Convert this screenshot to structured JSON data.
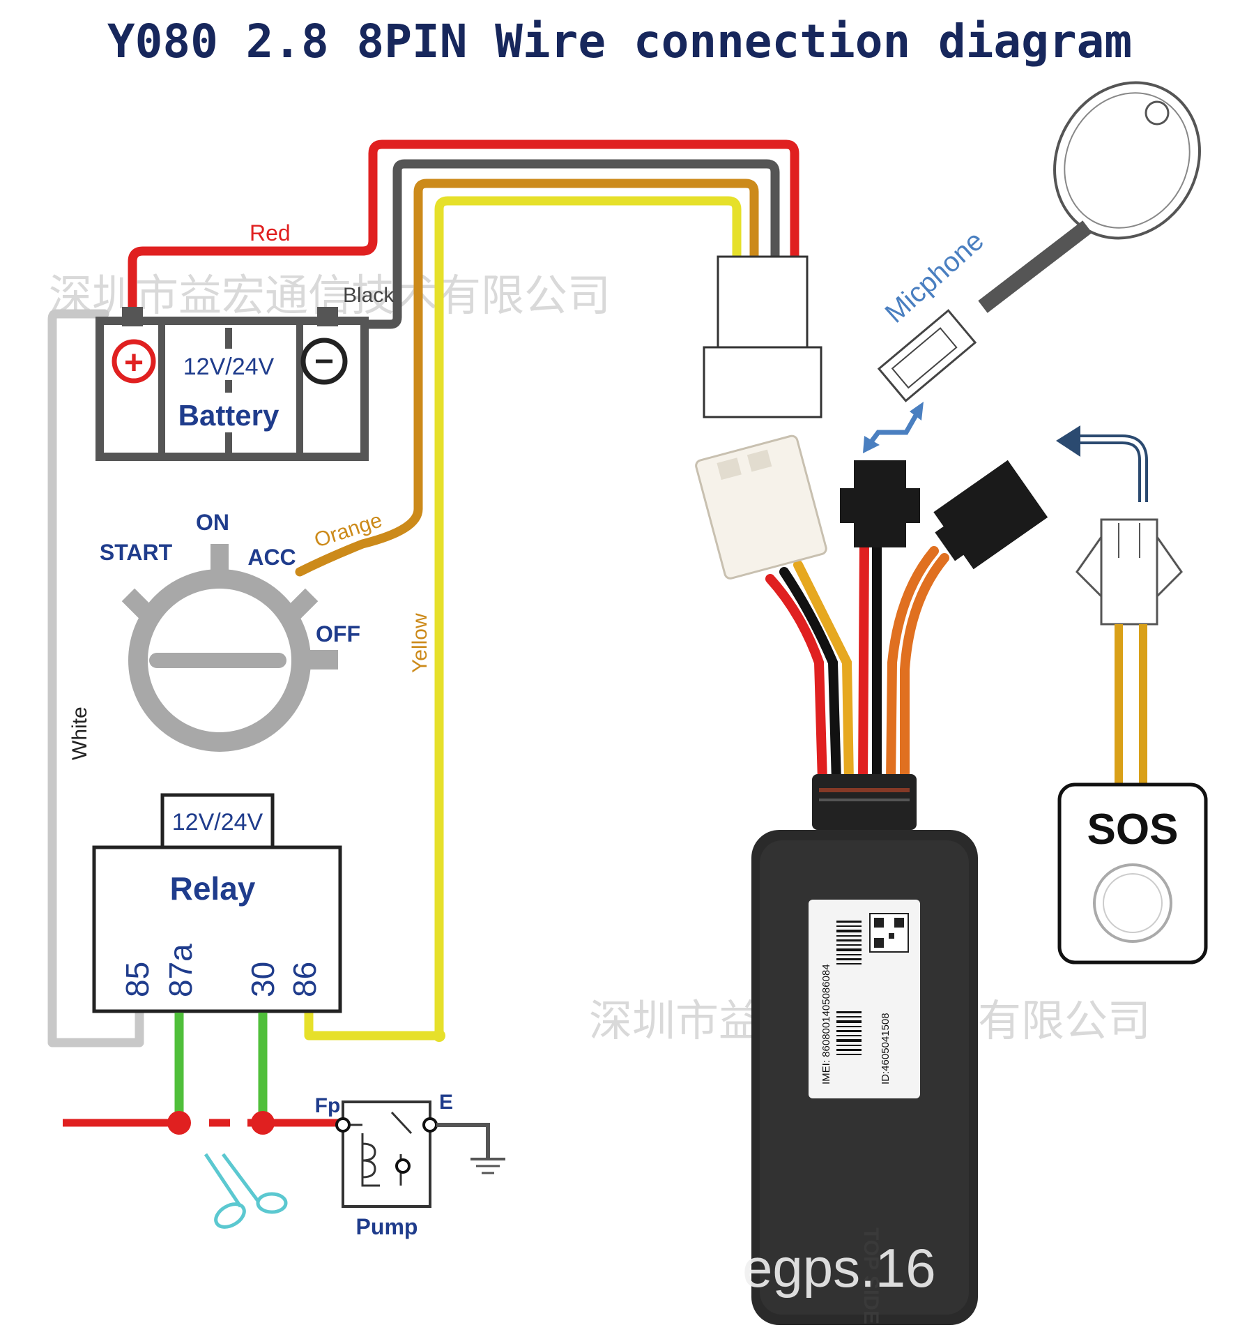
{
  "title": "Y080 2.8 8PIN Wire connection diagram",
  "wires": {
    "red": "Red",
    "black": "Black",
    "orange": "Orange",
    "yellow": "Yellow",
    "white": "White"
  },
  "battery": {
    "voltage": "12V/24V",
    "name": "Battery",
    "plus": "+",
    "minus": "−"
  },
  "ignition": {
    "start": "START",
    "on": "ON",
    "acc": "ACC",
    "off": "OFF"
  },
  "relay": {
    "voltage": "12V/24V",
    "name": "Relay",
    "pins": {
      "p85": "85",
      "p87a": "87a",
      "p30": "30",
      "p86": "86"
    }
  },
  "pump": {
    "name": "Pump",
    "fp": "Fp",
    "e": "E"
  },
  "microphone": "Micphone",
  "sos": "SOS",
  "device": {
    "imei": "IMEI: 8608001405086084",
    "id": "ID:4605041508",
    "side": "TOP SIDE"
  },
  "watermarks": {
    "company": "深圳市益宏通信技术有限公司",
    "site": "egps.16"
  },
  "colors": {
    "title": "#17275c",
    "label_blue": "#1f3c8c",
    "red": "#e02020",
    "black": "#555555",
    "orange": "#cc8a1a",
    "yellow": "#e6e02a",
    "white": "#c8c8c8",
    "green": "#4fbf3a",
    "device": "#2a2a2a",
    "mic_arrow": "#4a7fc0",
    "scissors": "#5bc8d0"
  }
}
